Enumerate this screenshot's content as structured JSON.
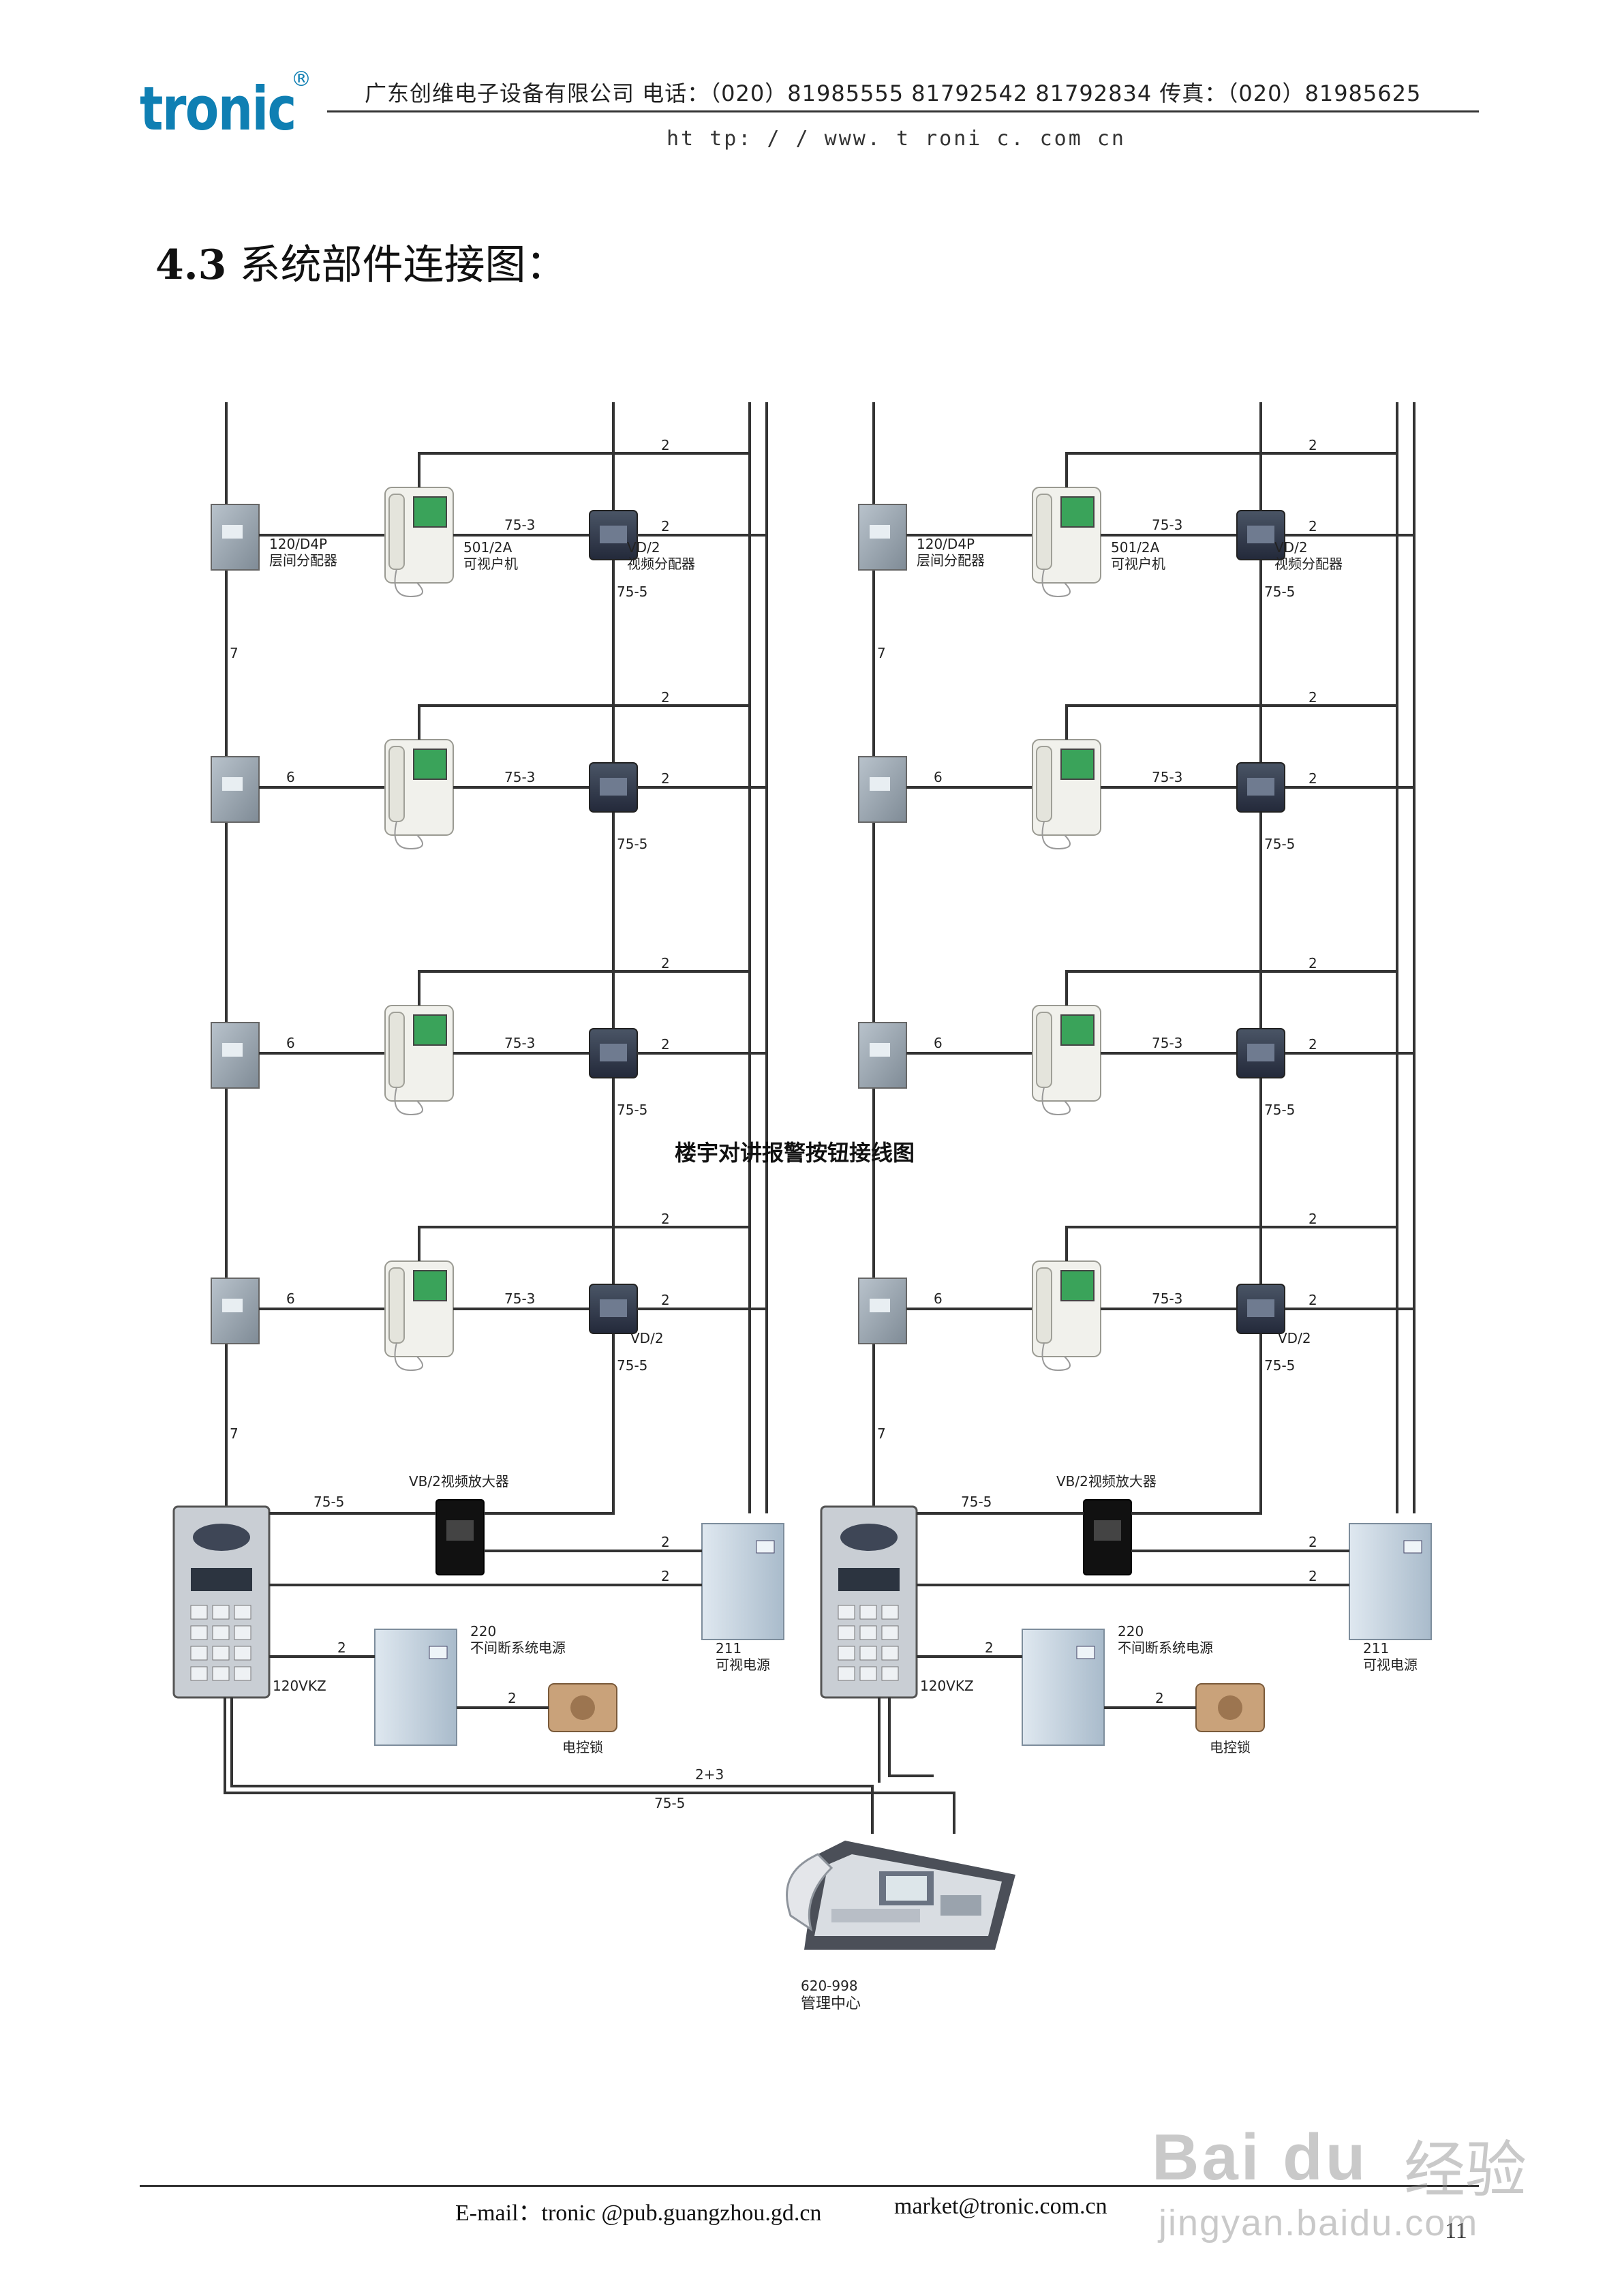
{
  "header": {
    "logo_text": "tronic",
    "logo_reg": "®",
    "company_line": "广东创维电子设备有限公司   电话：（020）81985555   81792542   81792834   传真：（020）81985625",
    "url": "ht tp: / / www. t roni c. com cn"
  },
  "section": {
    "number": "4.3",
    "title": "系统部件连接图："
  },
  "overlay_caption": "楼宇对讲报警按钮接线图",
  "diagram": {
    "labels": {
      "distributor_code": "120/D4P",
      "distributor_name": "层间分配器",
      "monitor_code": "501/2A",
      "monitor_name": "可视户机",
      "video_dist_code": "VD/2",
      "video_dist_name": "视频分配器",
      "video_amp": "VB/2视频放大器",
      "door_panel": "120VKZ",
      "uninterrupted_voltage": "220",
      "uninterrupted_name": "不间断系统电源",
      "video_power_code": "211",
      "video_power_name": "可视电源",
      "lock_name": "电控锁",
      "center_code": "620-998",
      "center_name": "管理中心"
    },
    "wire_labels": {
      "w2": "2",
      "w6": "6",
      "w7": "7",
      "w753": "75-3",
      "w755": "75-5",
      "w2p3": "2+3"
    }
  },
  "footer": {
    "email": "E-mail：tronic @pub.guangzhou.gd.cn",
    "market": "market@tronic.com.cn",
    "page": "11"
  },
  "watermark": {
    "brand": "Bai du",
    "brand_cn": "经验",
    "site": "jingyan.baidu.com"
  },
  "colors": {
    "logo": "#0f7fb3",
    "wire": "#333333",
    "device_gray": "#8e9aa6",
    "panel_blue": "#c9d7e4",
    "monitor_screen": "#3aa35a"
  }
}
